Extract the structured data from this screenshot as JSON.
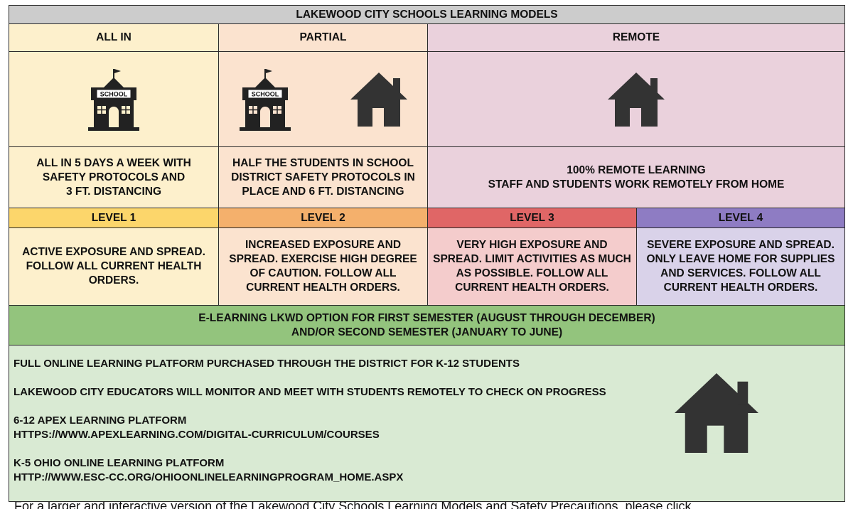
{
  "title": "LAKEWOOD CITY SCHOOLS LEARNING MODELS",
  "models": [
    {
      "label": "ALL IN",
      "description": "ALL IN 5 DAYS A WEEK WITH\nSAFETY PROTOCOLS AND\n3 FT. DISTANCING"
    },
    {
      "label": "PARTIAL",
      "description": "HALF THE STUDENTS IN SCHOOL\nDISTRICT SAFETY PROTOCOLS IN\nPLACE AND 6 FT. DISTANCING"
    },
    {
      "label": "REMOTE",
      "description": "100% REMOTE LEARNING\nSTAFF AND STUDENTS WORK REMOTELY FROM HOME"
    }
  ],
  "school_sign": "SCHOOL",
  "levels": [
    {
      "label": "LEVEL 1",
      "color": "#fcd66b",
      "bg": "#fdf0cc",
      "text": "ACTIVE EXPOSURE AND SPREAD.\nFOLLOW ALL CURRENT HEALTH\nORDERS."
    },
    {
      "label": "LEVEL 2",
      "color": "#f4b06c",
      "bg": "#fbe3cf",
      "text": "INCREASED EXPOSURE AND\nSPREAD. EXERCISE HIGH DEGREE\nOF CAUTION. FOLLOW ALL\nCURRENT HEALTH ORDERS."
    },
    {
      "label": "LEVEL 3",
      "color": "#e06666",
      "bg": "#f4cccc",
      "text": "VERY HIGH EXPOSURE AND\nSPREAD. LIMIT ACTIVITIES AS MUCH\nAS POSSIBLE. FOLLOW ALL\nCURRENT HEALTH ORDERS."
    },
    {
      "label": "LEVEL 4",
      "color": "#8e7cc3",
      "bg": "#d9d2e9",
      "text": "SEVERE EXPOSURE AND SPREAD.\nONLY LEAVE HOME FOR SUPPLIES\nAND SERVICES. FOLLOW ALL\nCURRENT HEALTH ORDERS."
    }
  ],
  "elearning": {
    "header": "E-LEARNING LKWD OPTION FOR FIRST SEMESTER (AUGUST THROUGH DECEMBER)\nAND/OR SECOND SEMESTER (JANUARY TO JUNE)",
    "line1": "FULL ONLINE LEARNING PLATFORM PURCHASED THROUGH THE DISTRICT FOR K-12 STUDENTS",
    "line2": "LAKEWOOD CITY EDUCATORS WILL MONITOR AND MEET WITH STUDENTS REMOTELY TO CHECK ON PROGRESS",
    "apex_title": "6-12 APEX LEARNING PLATFORM",
    "apex_url": "HTTPS://WWW.APEXLEARNING.COM/DIGITAL-CURRICULUM/COURSES",
    "ohio_title": "K-5 OHIO ONLINE LEARNING PLATFORM",
    "ohio_url": "HTTP://WWW.ESC-CC.ORG/OHIOONLINELEARNINGPROGRAM_HOME.ASPX"
  },
  "colors": {
    "title_bg": "#cccccc",
    "all_in_bg": "#fdf0cc",
    "partial_bg": "#fbe3cf",
    "remote_bg": "#ead1dc",
    "green_header": "#93c47d",
    "green_body": "#d9ead3",
    "icon": "#333333"
  },
  "footer": "For a larger and interactive version of the Lakewood City Schools Learning Models and Safety Precautions, please click"
}
